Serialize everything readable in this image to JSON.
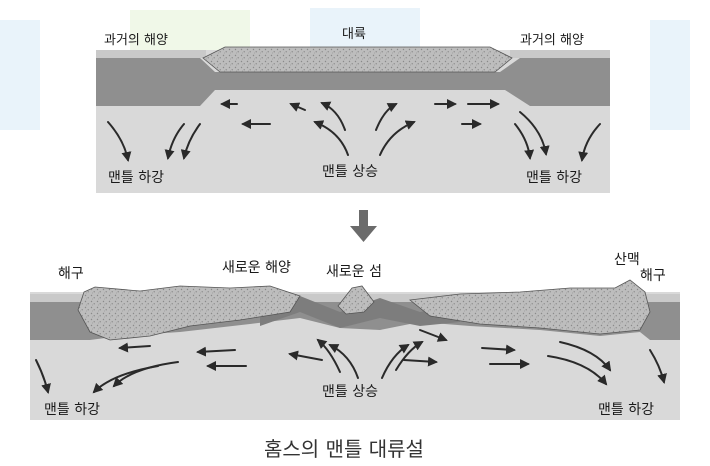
{
  "top_panel": {
    "labels": {
      "past_ocean_left": "과거의 해양",
      "continent": "대륙",
      "past_ocean_right": "과거의 해양",
      "mantle_down_left": "맨틀 하강",
      "mantle_up": "맨틀 상승",
      "mantle_down_right": "맨틀 하강"
    }
  },
  "bottom_panel": {
    "labels": {
      "trench_left": "해구",
      "new_ocean": "새로운 해양",
      "new_island": "새로운 섬",
      "mountain_range": "산맥",
      "trench_right": "해구",
      "mantle_up": "맨틀 상승",
      "mantle_down_left": "맨틀 하강",
      "mantle_down_right": "맨틀 하강"
    }
  },
  "caption": "홈스의 맨틀 대류설",
  "colors": {
    "mantle": "#d9d9d9",
    "lithosphere": "#8f8f8f",
    "crust_light": "#c4c4c4",
    "continent": "#b8b8b8",
    "arrow": "#2a2a2a",
    "watermark": "#d7eaf5"
  }
}
